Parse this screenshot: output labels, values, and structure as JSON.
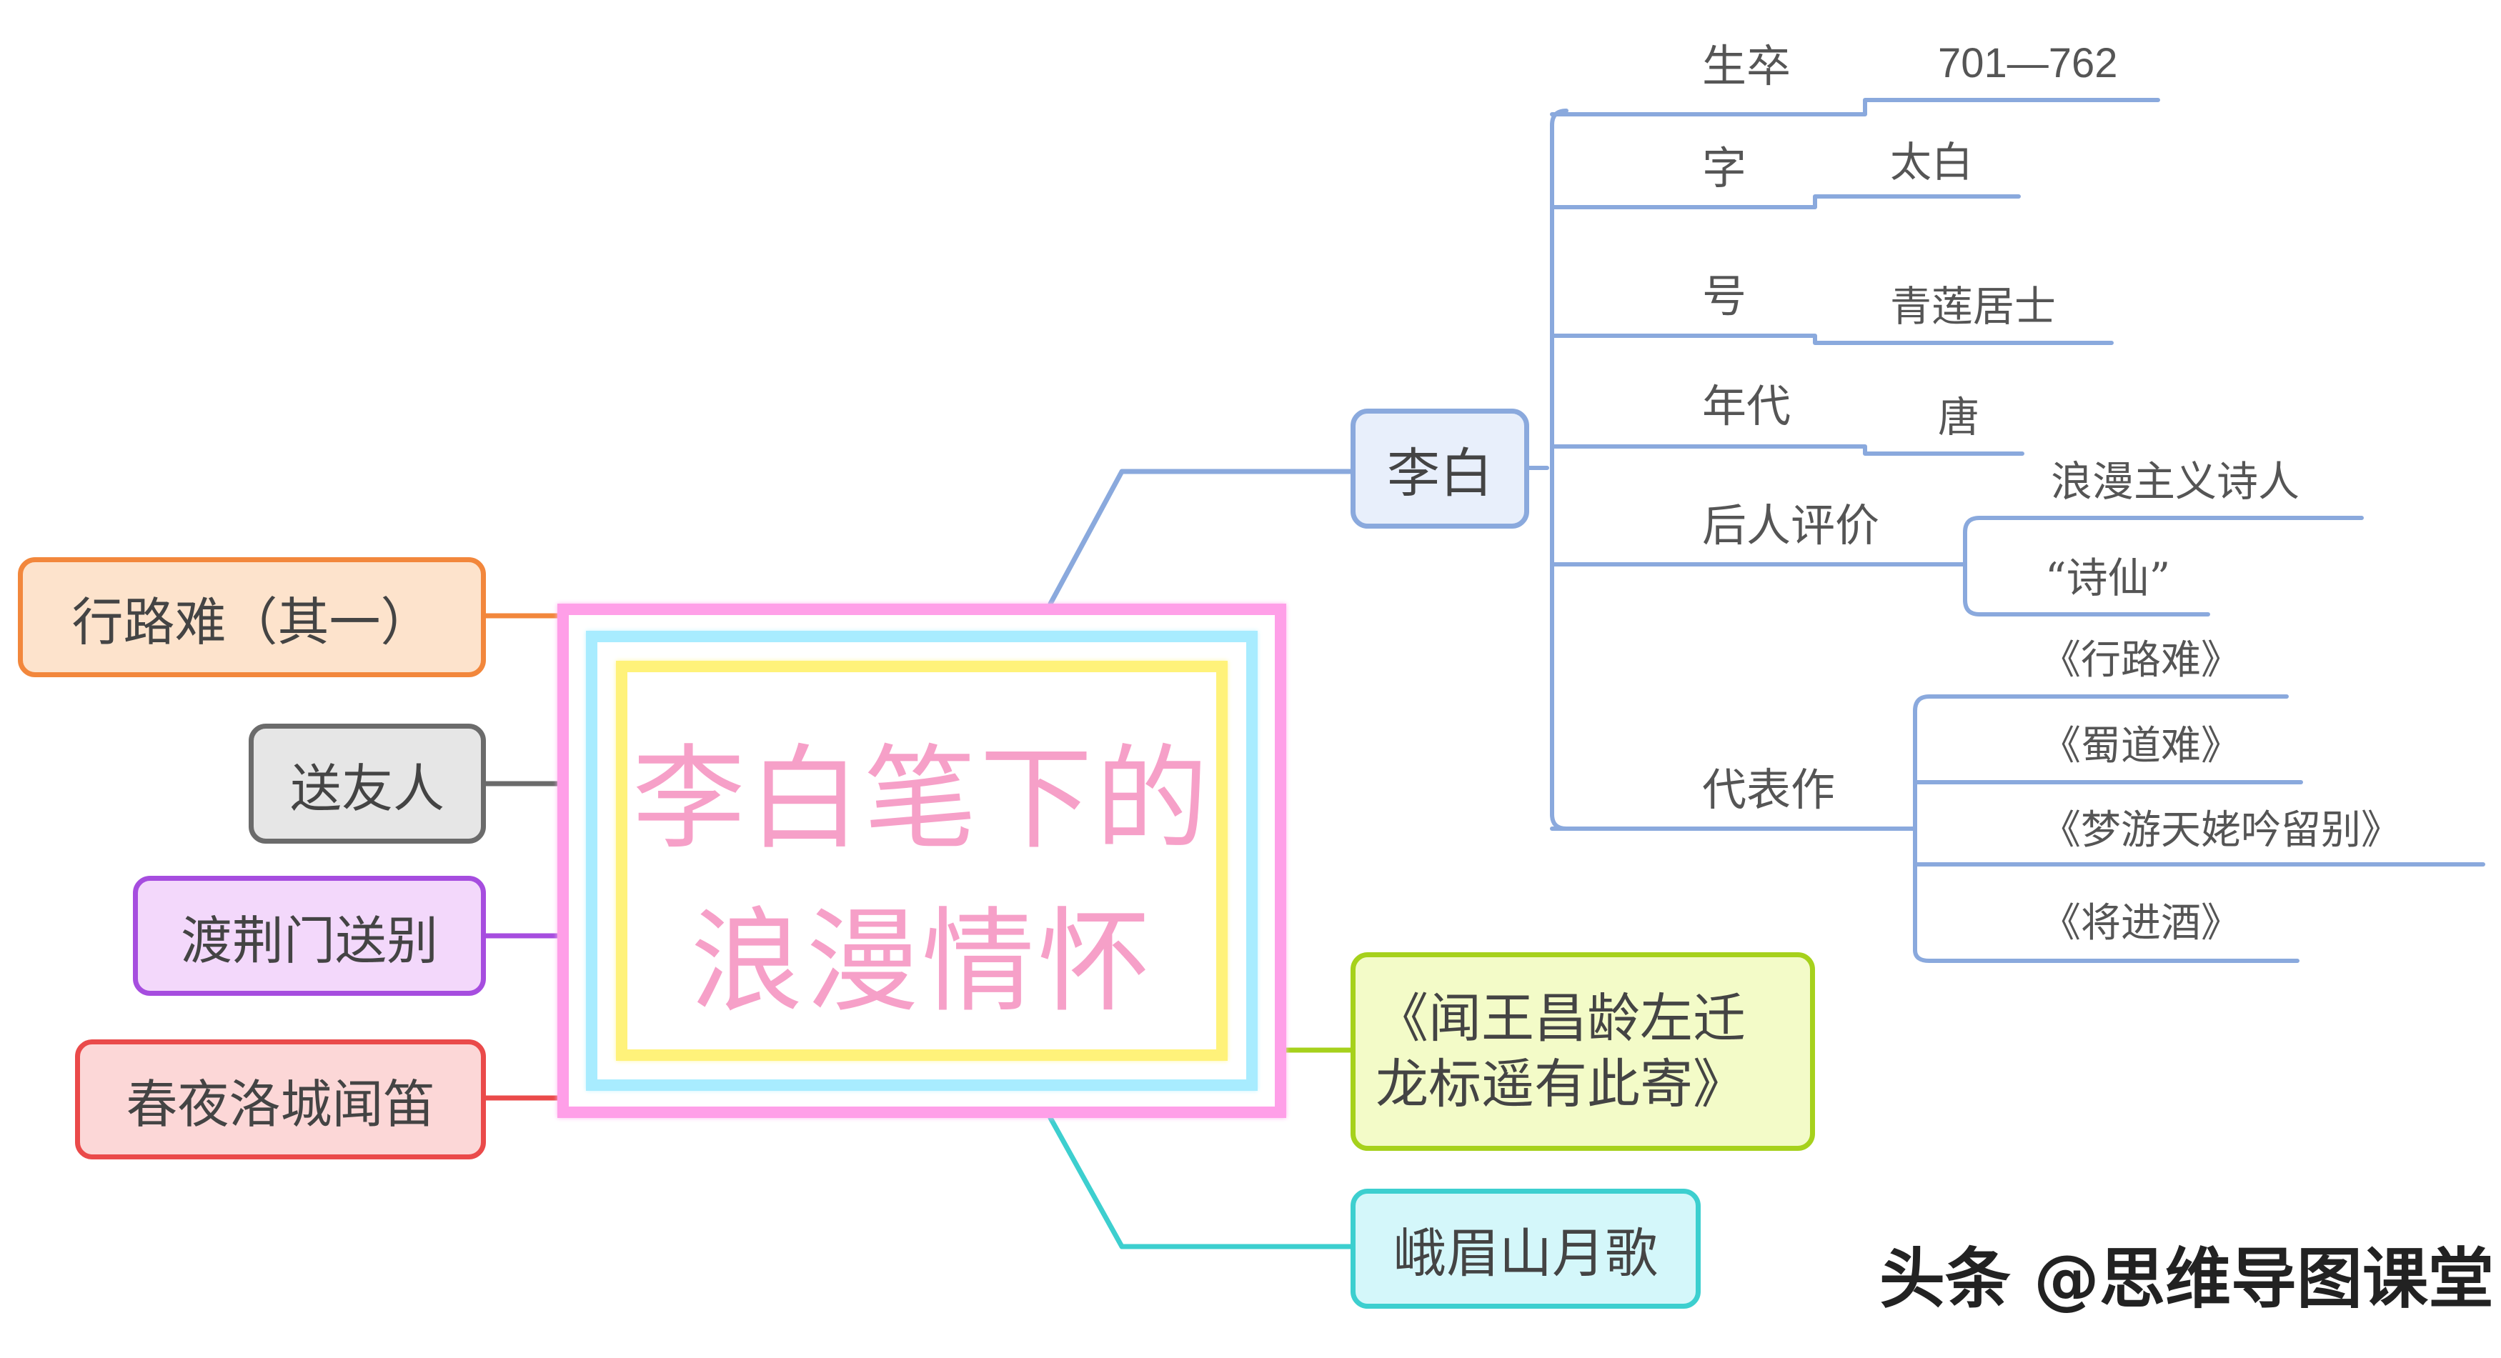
{
  "colors": {
    "blue": "#8aa9dd",
    "center_pink": "#ff9fe8",
    "center_cyan": "#a8ecff",
    "center_yellow": "#fff27a",
    "title": "#f6a0c8"
  },
  "center": {
    "title_line1": "李白笔下的",
    "title_line2": "浪漫情怀"
  },
  "right_nodes": {
    "libai": {
      "label": "李白",
      "border": "#8aa9dd",
      "fill": "#e8effb"
    },
    "poem_wenwang_line1": "《闻王昌龄左迁",
    "poem_wenwang_line2": "龙标遥有此寄》",
    "poem_wenwang_border": "#a6d11c",
    "poem_wenwang_fill": "#f3fbc8",
    "poem_emei": {
      "label": "峨眉山月歌",
      "border": "#3dcfcf",
      "fill": "#d4f7fa"
    }
  },
  "left_nodes": [
    {
      "label": "行路难（其一）",
      "border": "#f2873c",
      "fill": "#fde3cc"
    },
    {
      "label": "送友人",
      "border": "#6b6b6b",
      "fill": "#e6e6e6"
    },
    {
      "label": "渡荆门送别",
      "border": "#a64ddf",
      "fill": "#f3d8fb"
    },
    {
      "label": "春夜洛城闻笛",
      "border": "#ea4a4a",
      "fill": "#fcd7d7"
    }
  ],
  "libai_attrs": {
    "birth_death": {
      "key": "生卒",
      "value": "701—762"
    },
    "courtesy": {
      "key": "字",
      "value": "太白"
    },
    "alias": {
      "key": "号",
      "value": "青莲居士"
    },
    "era": {
      "key": "年代",
      "value": "唐"
    },
    "evaluation": {
      "key": "后人评价",
      "values": [
        "浪漫主义诗人",
        "“诗仙”"
      ]
    },
    "works": {
      "key": "代表作",
      "values": [
        "《行路难》",
        "《蜀道难》",
        "《梦游天姥吟留别》",
        "《将进酒》"
      ]
    }
  },
  "watermark": "头条 @思维导图课堂"
}
